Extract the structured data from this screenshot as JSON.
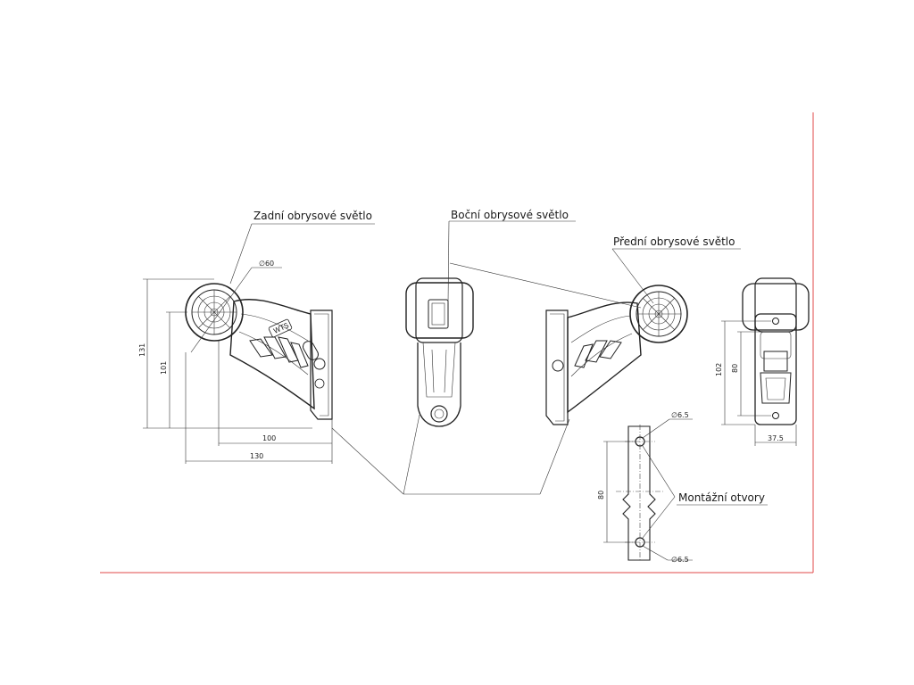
{
  "frame": {
    "border_color": "#e04a4a"
  },
  "labels": {
    "rear": "Zadní obrysové světlo",
    "side": "Boční obrysové světlo",
    "front": "Přední obrysové světlo",
    "mounting": "Montážní otvory"
  },
  "dimensions": {
    "lens_diameter": "∅60",
    "height_total": "131",
    "height_lens": "101",
    "width_lens": "100",
    "width_total": "130",
    "back_height_total": "102",
    "back_height_inner": "80",
    "back_width": "37.5",
    "hole_top": "∅6.5",
    "hole_bottom": "∅6.5",
    "hole_spacing": "80"
  },
  "stamp": {
    "brand": "WTS"
  }
}
